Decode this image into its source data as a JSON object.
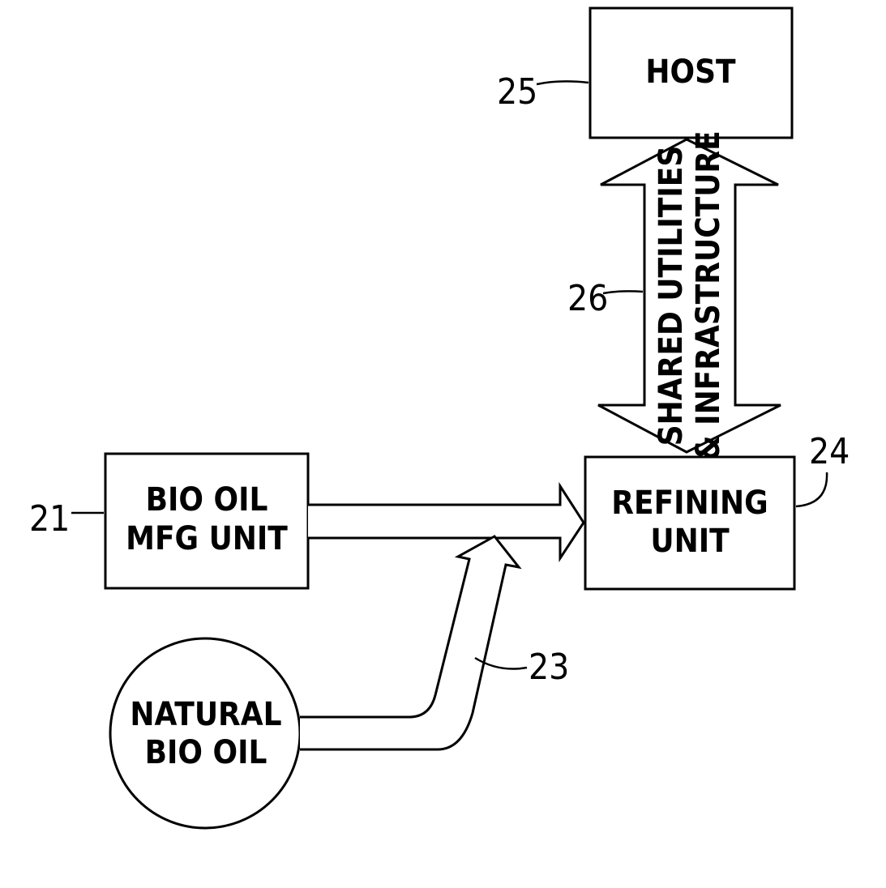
{
  "diagram": {
    "host": {
      "label": "HOST",
      "ref": "25"
    },
    "shared": {
      "line1": "SHARED UTILITIES",
      "line2": "& INFRASTRUCTURE",
      "ref": "26"
    },
    "refining": {
      "line1": "REFINING",
      "line2": "UNIT",
      "ref": "24"
    },
    "bio_oil_mfg": {
      "line1": "BIO OIL",
      "line2": "MFG UNIT",
      "ref": "21"
    },
    "natural": {
      "line1": "NATURAL",
      "line2": "BIO OIL"
    },
    "natural_arrow": {
      "ref": "23"
    }
  }
}
